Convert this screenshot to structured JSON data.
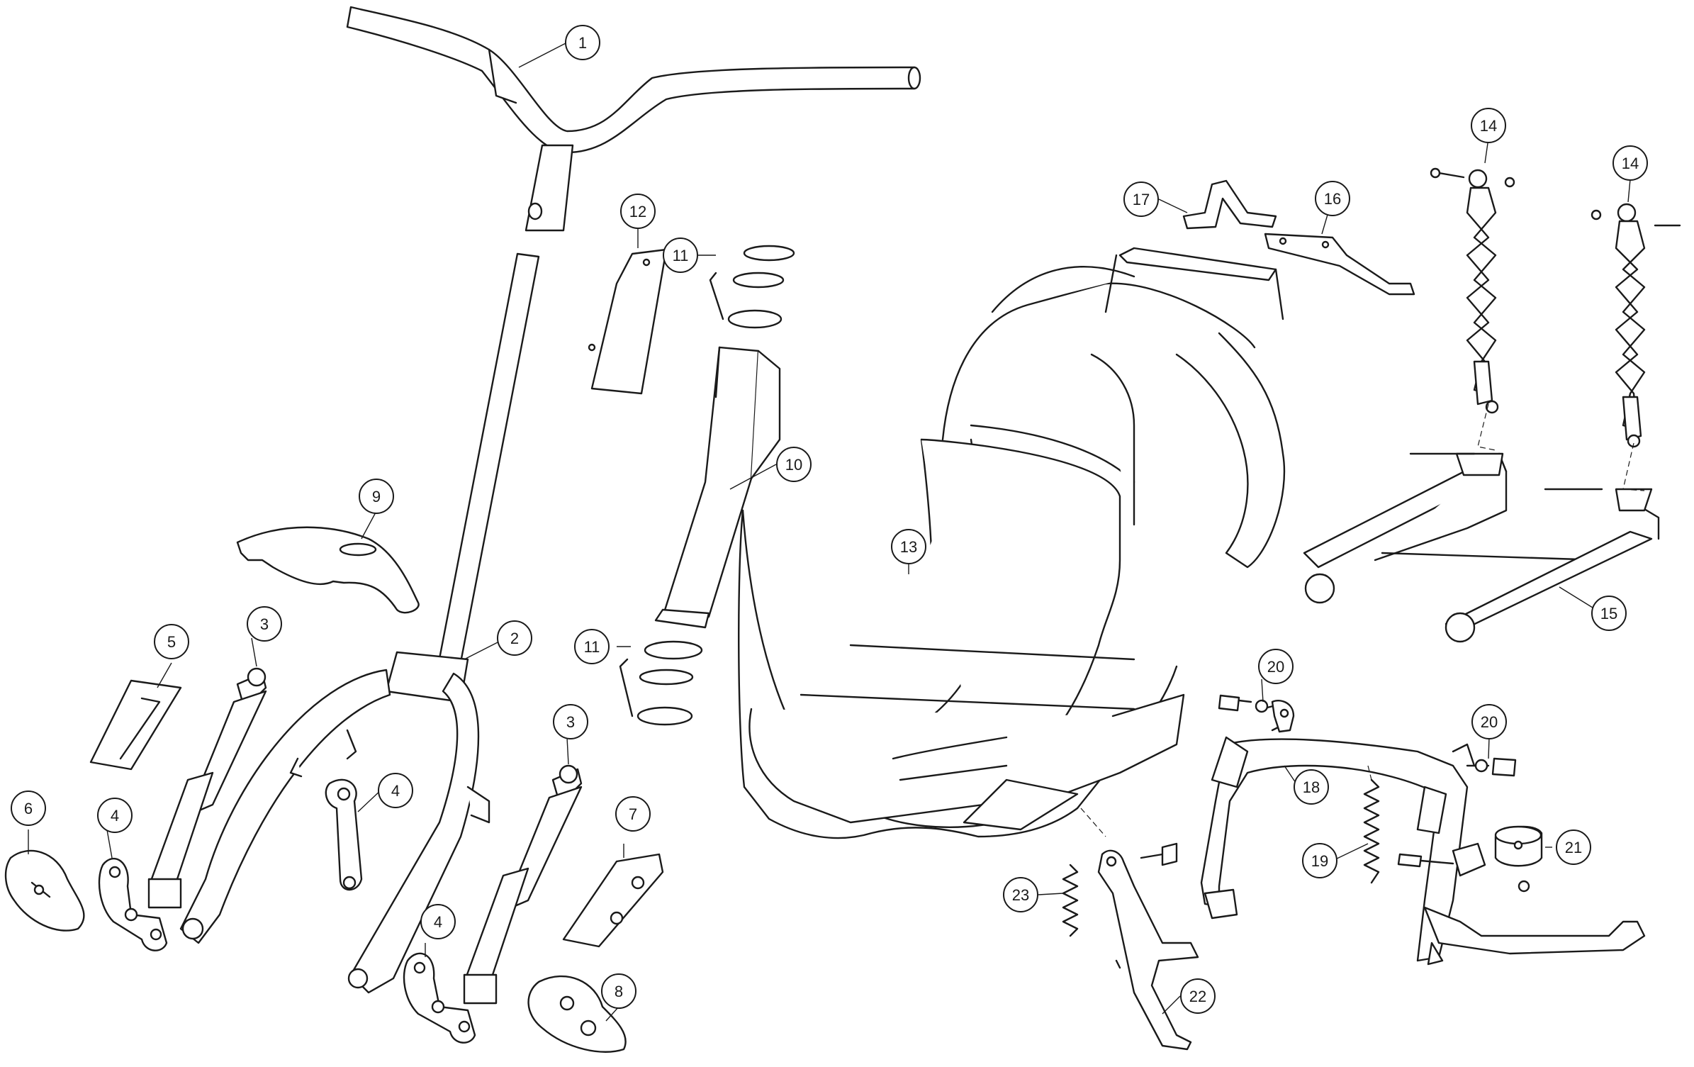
{
  "diagram": {
    "labels": [
      {
        "id": "label-1",
        "text": "1"
      },
      {
        "id": "label-2",
        "text": "2"
      },
      {
        "id": "label-3a",
        "text": "3"
      },
      {
        "id": "label-3b",
        "text": "3"
      },
      {
        "id": "label-4a",
        "text": "4"
      },
      {
        "id": "label-4b",
        "text": "4"
      },
      {
        "id": "label-4c",
        "text": "4"
      },
      {
        "id": "label-5",
        "text": "5"
      },
      {
        "id": "label-6",
        "text": "6"
      },
      {
        "id": "label-7",
        "text": "7"
      },
      {
        "id": "label-8",
        "text": "8"
      },
      {
        "id": "label-9",
        "text": "9"
      },
      {
        "id": "label-10",
        "text": "10"
      },
      {
        "id": "label-11a",
        "text": "11"
      },
      {
        "id": "label-11b",
        "text": "11"
      },
      {
        "id": "label-12",
        "text": "12"
      },
      {
        "id": "label-13",
        "text": "13"
      },
      {
        "id": "label-14a",
        "text": "14"
      },
      {
        "id": "label-14b",
        "text": "14"
      },
      {
        "id": "label-15",
        "text": "15"
      },
      {
        "id": "label-16",
        "text": "16"
      },
      {
        "id": "label-17",
        "text": "17"
      },
      {
        "id": "label-18",
        "text": "18"
      },
      {
        "id": "label-19",
        "text": "19"
      },
      {
        "id": "label-20a",
        "text": "20"
      },
      {
        "id": "label-20b",
        "text": "20"
      },
      {
        "id": "label-21",
        "text": "21"
      },
      {
        "id": "label-22",
        "text": "22"
      },
      {
        "id": "label-23",
        "text": "23"
      }
    ],
    "colors": {
      "line": "#1a1a1a",
      "fill": "#ffffff",
      "shade": "#e6e6e6"
    }
  }
}
